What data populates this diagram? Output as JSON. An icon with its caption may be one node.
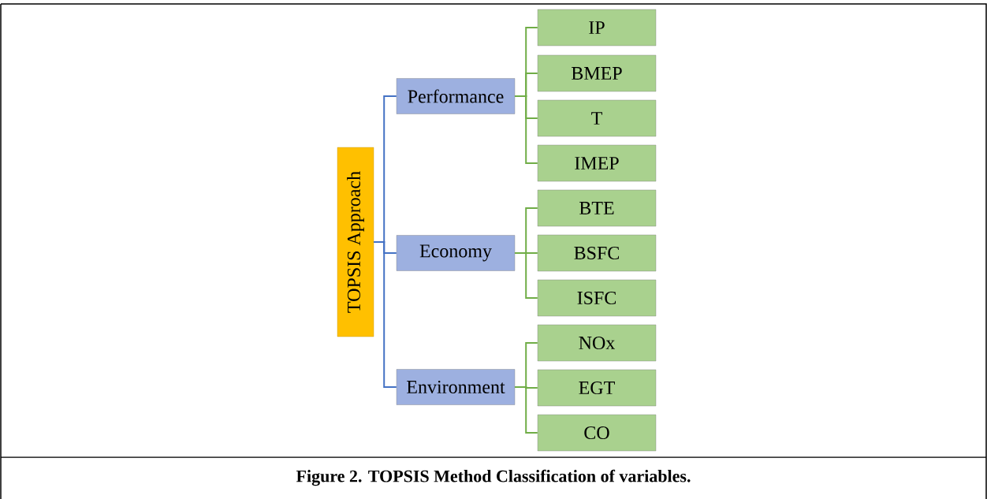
{
  "diagram": {
    "caption": "Figure 2. TOPSIS Method Classification of variables.",
    "nodes": [
      {
        "text": [
          "TOPSIS Approach"
        ]
      },
      {
        "text": [
          "Performance"
        ]
      },
      {
        "text": [
          "Economy"
        ]
      },
      {
        "text": [
          "Environment"
        ]
      },
      {
        "text": [
          "IP"
        ]
      },
      {
        "text": [
          "BMEP"
        ]
      },
      {
        "text": [
          "T"
        ]
      },
      {
        "text": [
          "IMEP"
        ]
      },
      {
        "text": [
          "BTE"
        ]
      },
      {
        "text": [
          "BSFC"
        ]
      },
      {
        "text": [
          "ISFC"
        ]
      },
      {
        "text": [
          "NOx"
        ]
      },
      {
        "text": [
          "EGT"
        ]
      },
      {
        "text": [
          "CO"
        ]
      }
    ],
    "edges": [
      {
        "from": 0,
        "to": 1,
        "arrow": "none",
        "color": "#4472c4"
      },
      {
        "from": 0,
        "to": 2,
        "arrow": "none",
        "color": "#4472c4"
      },
      {
        "from": 0,
        "to": 3,
        "arrow": "none",
        "color": "#4472c4"
      },
      {
        "from": 1,
        "to": 4,
        "arrow": "none"
      },
      {
        "from": 1,
        "to": 5,
        "arrow": "none"
      },
      {
        "from": 1,
        "to": 6,
        "arrow": "none"
      },
      {
        "from": 1,
        "to": 7,
        "arrow": "none"
      },
      {
        "from": 2,
        "to": 8,
        "arrow": "none"
      },
      {
        "from": 2,
        "to": 9,
        "arrow": "none"
      },
      {
        "from": 2,
        "to": 10,
        "arrow": "none"
      },
      {
        "from": 3,
        "to": 11,
        "arrow": "none"
      },
      {
        "from": 3,
        "to": 12,
        "arrow": "none"
      },
      {
        "from": 3,
        "to": 13,
        "arrow": "none"
      }
    ]
  }
}
